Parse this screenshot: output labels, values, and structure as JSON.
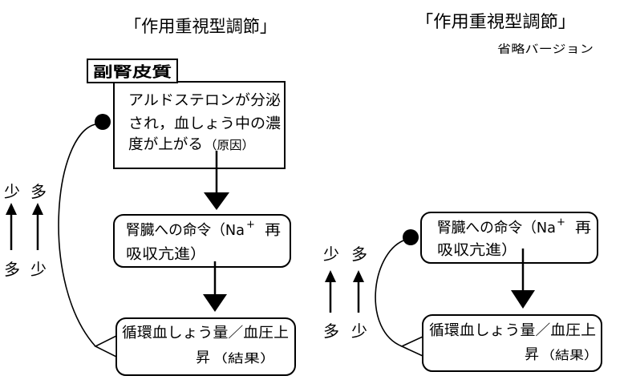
{
  "full": {
    "title": "「作用重視型調節」",
    "organ_label": "副腎皮質",
    "cause": {
      "line1": "アルドステロンが分泌",
      "line2": "され，血しょう中の濃",
      "line3": "度が上がる",
      "note": "（原因）"
    },
    "command": {
      "line1": "腎臓への命令（Na",
      "sup": "+",
      "line1_end": "再",
      "line2": "吸収亢進）"
    },
    "result": {
      "line1": "循環血しょう量／血圧上",
      "line2": "昇",
      "note": "（結果）"
    },
    "legend": {
      "col1_top": "少",
      "col1_bottom": "多",
      "col2_top": "多",
      "col2_bottom": "少"
    }
  },
  "short": {
    "title": "「作用重視型調節」",
    "subtitle": "省略バージョン",
    "command": {
      "line1": "腎臓への命令（Na",
      "sup": "+",
      "line1_end": "再",
      "line2": "吸収亢進）"
    },
    "result": {
      "line1": "循環血しょう量／血圧上",
      "line2": "昇",
      "note": "（結果）"
    },
    "legend": {
      "col1_top": "少",
      "col1_bottom": "多",
      "col2_top": "多",
      "col2_bottom": "少"
    }
  }
}
